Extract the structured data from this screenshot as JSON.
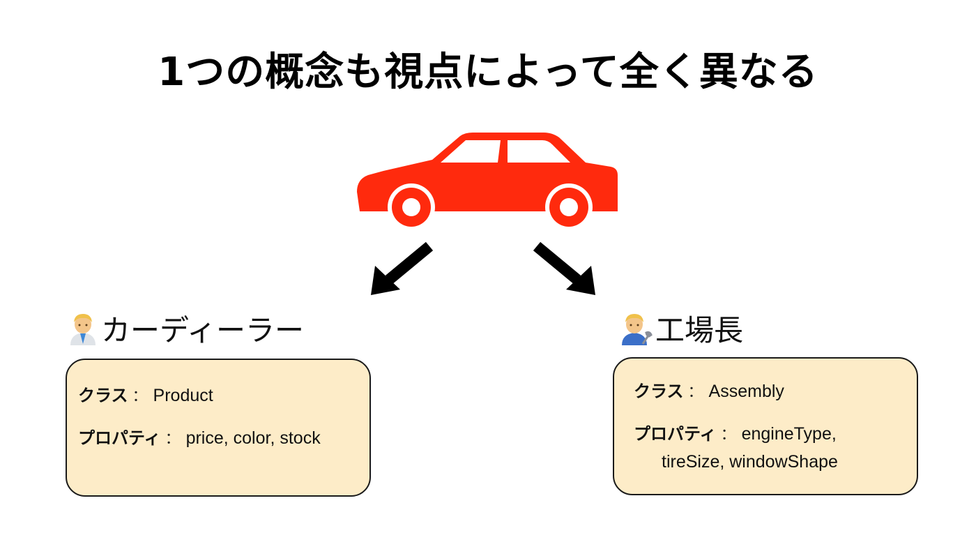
{
  "title": "1つの概念も視点によって全く異なる",
  "colors": {
    "car": "#ff2a0d",
    "box_fill": "#fdecc8",
    "arrow": "#000000"
  },
  "car_icon": "car-icon",
  "dealer": {
    "name": "カーディーラー",
    "avatar_icon": "man-office-worker-icon",
    "class_key": "クラス",
    "class_value": "Product",
    "props_key": "プロパティ",
    "props_value": "price, color, stock"
  },
  "factory": {
    "name": "工場長",
    "avatar_icon": "man-mechanic-icon",
    "class_key": "クラス",
    "class_value": "Assembly",
    "props_key": "プロパティ",
    "props_value_line1": "engineType,",
    "props_value_line2": "tireSize, windowShape"
  },
  "separator": "："
}
